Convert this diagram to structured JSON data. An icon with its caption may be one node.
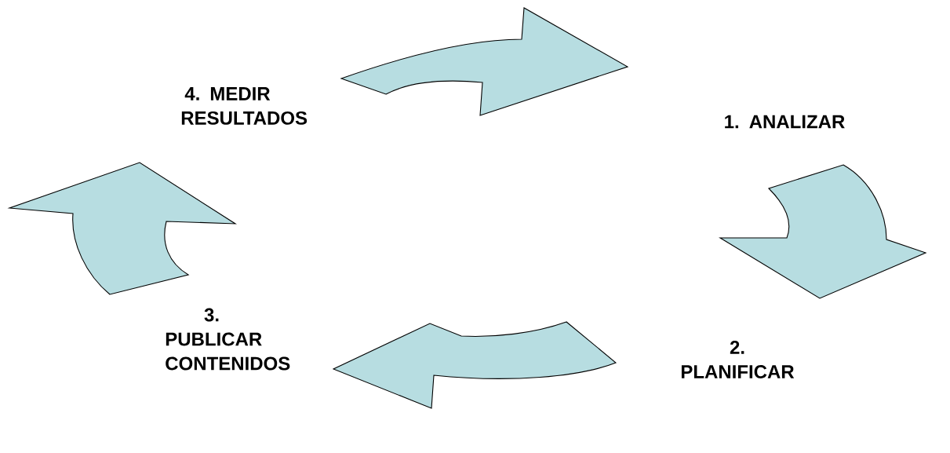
{
  "diagram": {
    "nodes": [
      {
        "text": [
          "1.  ANALIZAR"
        ]
      },
      {
        "text": [
          "2. PLANIFICAR"
        ]
      },
      {
        "text": [
          "3. PUBLICAR CONTENIDOS"
        ]
      },
      {
        "text": [
          "4. MEDIR RESULTADOS"
        ]
      }
    ],
    "edges": [
      {
        "from": 3,
        "to": 0,
        "arrow": "to"
      },
      {
        "from": 0,
        "to": 1,
        "arrow": "to"
      },
      {
        "from": 1,
        "to": 2,
        "arrow": "to"
      },
      {
        "from": 2,
        "to": 3,
        "arrow": "to"
      }
    ]
  }
}
